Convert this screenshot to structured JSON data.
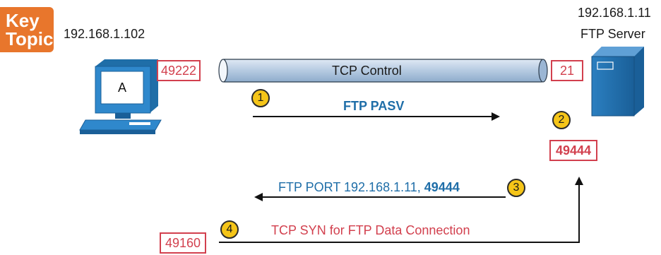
{
  "key_topic": {
    "line1": "Key",
    "line2": "Topic"
  },
  "client": {
    "ip": "192.168.1.102",
    "screen_label": "A",
    "port": "49222",
    "data_port": "49160"
  },
  "server": {
    "ip": "192.168.1.11",
    "name": "FTP Server",
    "control_port": "21",
    "data_port": "49444"
  },
  "tunnel": {
    "label": "TCP Control"
  },
  "steps": [
    {
      "number": "1",
      "label": "FTP PASV"
    },
    {
      "number": "2"
    },
    {
      "number": "3",
      "label_prefix": "FTP PORT 192.168.1.11, ",
      "label_bold": "49444"
    },
    {
      "number": "4",
      "label": "TCP SYN for FTP Data Connection"
    }
  ],
  "colors": {
    "accent_orange": "#e8762c",
    "port_red": "#d2404e",
    "label_blue": "#1f6ea8",
    "badge_yellow": "#f5c518",
    "server_blue": "#1f6ea8"
  }
}
